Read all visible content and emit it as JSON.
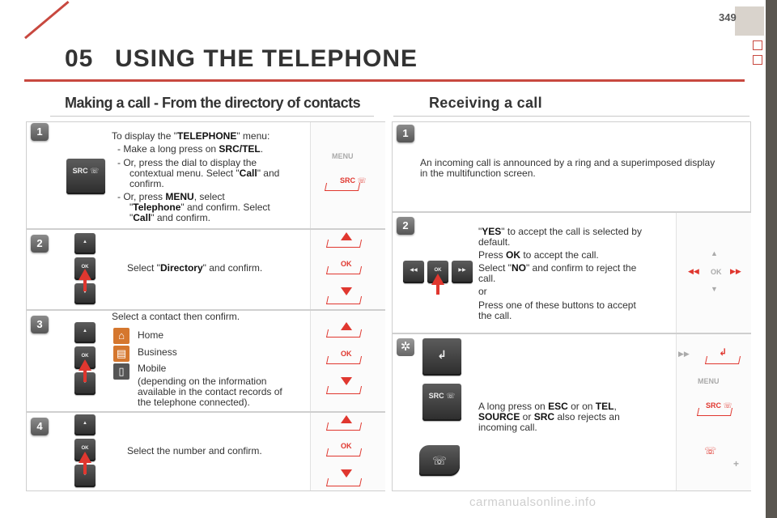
{
  "page": {
    "number": "349",
    "chapter_number": "05",
    "chapter_title": "USING THE TELEPHONE"
  },
  "left": {
    "title": "Making a call - From the directory of contacts",
    "step1": {
      "badge": "1",
      "intro_pre": "To display the \"",
      "intro_bold": "TELEPHONE",
      "intro_post": "\" menu:",
      "item1_pre": "- Make a long press on ",
      "item1_bold": "SRC/TEL",
      "item1_post": ".",
      "item2_line1": "- Or, press the dial to display the",
      "item2_line2_pre": "contextual menu. Select \"",
      "item2_line2_bold": "Call",
      "item2_line2_post": "\" and",
      "item2_line3": "confirm.",
      "item3_pre": "- Or, press ",
      "item3_bold": "MENU",
      "item3_post": ", select",
      "item3_line2_pre": "\"",
      "item3_line2_bold": "Telephone",
      "item3_line2_post": "\" and confirm. Select",
      "item3_line3_pre": "\"",
      "item3_line3_bold": "Call",
      "item3_line3_post": "\" and confirm.",
      "button_label": "SRC",
      "img_menu_label": "MENU",
      "img_src_label": "SRC"
    },
    "step2": {
      "badge": "2",
      "text_pre": "Select \"",
      "text_bold": "Directory",
      "text_post": "\" and confirm.",
      "ok_label": "OK"
    },
    "step3": {
      "badge": "3",
      "intro": "Select a contact then confirm.",
      "home": "Home",
      "business": "Business",
      "mobile": "Mobile",
      "note_line1": "(depending on the information",
      "note_line2": "available in the contact records of",
      "note_line3": "the telephone connected).",
      "ok_label": "OK"
    },
    "step4": {
      "badge": "4",
      "text": "Select the number and confirm.",
      "ok_label": "OK"
    }
  },
  "right": {
    "title": "Receiving a call",
    "step1": {
      "badge": "1",
      "line1": "An incoming call is announced by a ring and a superimposed display",
      "line2": "in the multifunction screen."
    },
    "step2": {
      "badge": "2",
      "l1_pre": "\"",
      "l1_bold": "YES",
      "l1_post": "\" to accept the call is selected by",
      "l2": "default.",
      "l3_pre": "Press ",
      "l3_bold": "OK",
      "l3_post": " to accept the call.",
      "l4_pre": "Select \"",
      "l4_bold": "NO",
      "l4_post": "\" and confirm to reject the",
      "l5": "call.",
      "l6": "or",
      "l7": "Press one of these buttons to accept",
      "l8": "the call.",
      "ok_label": "OK"
    },
    "step3": {
      "l1_pre": "A long press on ",
      "l1_bold1": "ESC",
      "l1_mid": " or on ",
      "l1_bold2": "TEL",
      "l1_post": ",",
      "l2_bold1": "SOURCE",
      "l2_mid": " or ",
      "l2_bold2": "SRC",
      "l2_post": " also rejects an",
      "l3": "incoming call.",
      "src_label": "SRC",
      "menu_label": "MENU",
      "src_img_label": "SRC"
    }
  },
  "footer": {
    "watermark": "carmanualsonline.info"
  }
}
